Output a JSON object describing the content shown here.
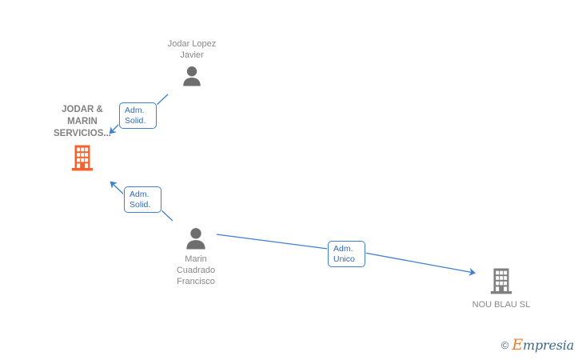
{
  "diagram": {
    "type": "org-relationship-graph",
    "background": "#ffffff",
    "accent_line_color": "#3d7fd1",
    "company_icon_color": "#f4622d",
    "person_icon_color": "#6e6e6e",
    "other_company_icon_color": "#808080"
  },
  "nodes": [
    {
      "id": "person-jodar",
      "kind": "person",
      "icon": "person-icon",
      "label": "Jodar Lopez\nJavier",
      "label_position": "above"
    },
    {
      "id": "company-jodar-marin",
      "kind": "company",
      "icon": "building-icon",
      "label": "JODAR &\nMARIN\nSERVICIOS...",
      "label_position": "above",
      "highlight": true
    },
    {
      "id": "person-marin",
      "kind": "person",
      "icon": "person-icon",
      "label": "Marin\nCuadrado\nFrancisco",
      "label_position": "below"
    },
    {
      "id": "company-nou-blau",
      "kind": "company",
      "icon": "building-icon",
      "label": "NOU BLAU  SL",
      "label_position": "below",
      "highlight": false
    }
  ],
  "edges": [
    {
      "id": "edge-jodar-to-company",
      "from": "person-jodar",
      "to": "company-jodar-marin",
      "label_line_1": "Adm.",
      "label_line_2": "Solid."
    },
    {
      "id": "edge-marin-to-company",
      "from": "person-marin",
      "to": "company-jodar-marin",
      "label_line_1": "Adm.",
      "label_line_2": "Solid."
    },
    {
      "id": "edge-marin-to-nou-blau",
      "from": "person-marin",
      "to": "company-nou-blau",
      "label_line_1": "Adm.",
      "label_line_2": "Unico"
    }
  ],
  "watermark": {
    "copyright": "©",
    "brand_initial": "E",
    "brand_rest": "mpresia"
  }
}
